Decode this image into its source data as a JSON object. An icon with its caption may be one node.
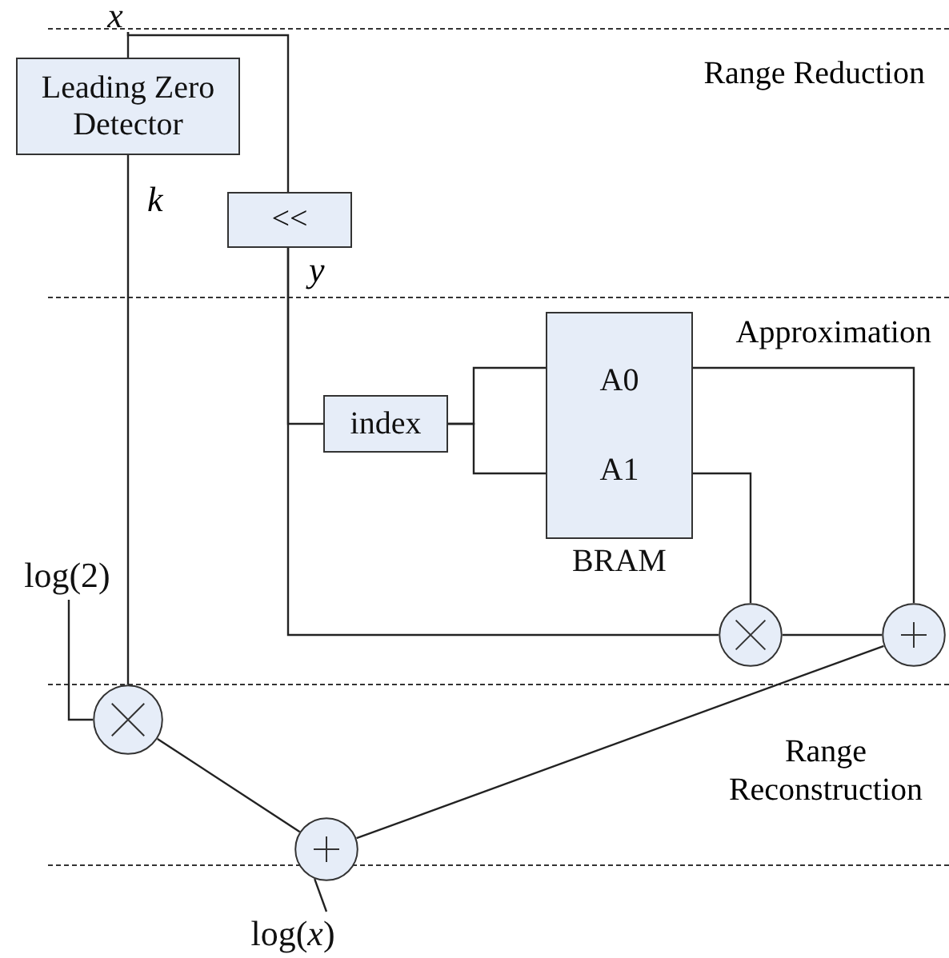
{
  "diagram": {
    "nodes": [
      {
        "text": [
          "x"
        ]
      },
      {
        "text": [
          "Leading Zero Detector"
        ]
      },
      {
        "text": [
          "<<"
        ]
      },
      {
        "text": [
          "index"
        ]
      },
      {
        "text": [
          "A0",
          "A1"
        ],
        "beside": [
          "BRAM"
        ]
      },
      {
        "text": [],
        "shape": "circle"
      },
      {
        "text": [],
        "shape": "circle"
      },
      {
        "text": [
          "log(2)"
        ]
      },
      {
        "text": [],
        "shape": "circle"
      },
      {
        "text": [],
        "shape": "circle"
      },
      {
        "text": [
          "log(*x*)"
        ]
      }
    ],
    "edges": [
      {
        "from": 0,
        "to": 1,
        "arrow": "none"
      },
      {
        "from": 0,
        "to": 2,
        "arrow": "none"
      },
      {
        "from": 1,
        "to": 8,
        "arrow": "none",
        "label": "k"
      },
      {
        "from": 2,
        "to": 3,
        "arrow": "none",
        "label": "y"
      },
      {
        "from": 2,
        "to": 5,
        "arrow": "none"
      },
      {
        "from": 3,
        "to": 4,
        "arrow": "none"
      },
      {
        "from": 3,
        "to": 4,
        "arrow": "none"
      },
      {
        "from": 4,
        "to": 6,
        "arrow": "none"
      },
      {
        "from": 4,
        "to": 5,
        "arrow": "none"
      },
      {
        "from": 5,
        "to": 6,
        "arrow": "none"
      },
      {
        "from": 6,
        "to": 9,
        "arrow": "none"
      },
      {
        "from": 7,
        "to": 8,
        "arrow": "none"
      },
      {
        "from": 8,
        "to": 9,
        "arrow": "none"
      },
      {
        "from": 9,
        "to": 10,
        "arrow": "none"
      }
    ],
    "labels": [
      "Range Reduction",
      "Approximation",
      "Range Reconstruction"
    ]
  }
}
